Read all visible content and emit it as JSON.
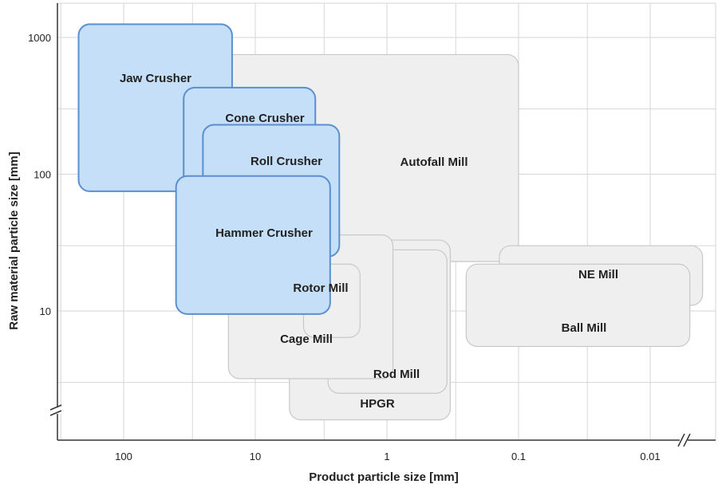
{
  "chart_data": {
    "type": "range-box",
    "xlabel": "Product particle size [mm]",
    "ylabel": "Raw material particle size [mm]",
    "x_scale": "log",
    "x_direction": "decreasing",
    "y_scale": "log",
    "x_ticks": [
      {
        "value": 100,
        "label": "100"
      },
      {
        "value": 10,
        "label": "10"
      },
      {
        "value": 1,
        "label": "1"
      },
      {
        "value": 0.1,
        "label": "0.1"
      },
      {
        "value": 0.01,
        "label": "0.01"
      }
    ],
    "y_ticks": [
      {
        "value": 1000,
        "label": "1000"
      },
      {
        "value": 100,
        "label": "100"
      },
      {
        "value": 10,
        "label": "10"
      }
    ],
    "axis_breaks": [
      "x",
      "y"
    ],
    "grid": true,
    "colors": {
      "crusher_fill": "#c4dff7",
      "crusher_stroke": "#5b8fcf",
      "mill_fill": "#efefef",
      "mill_stroke": "#c8c8c8"
    },
    "boxes": [
      {
        "name": "Autofall Mill",
        "x_range": [
          25,
          0.1
        ],
        "y_range": [
          23,
          750
        ],
        "group": "mill"
      },
      {
        "name": "HPGR",
        "x_range": [
          5.5,
          0.33
        ],
        "y_range": [
          1.6,
          33
        ],
        "group": "mill"
      },
      {
        "name": "Rod Mill",
        "x_range": [
          2.8,
          0.35
        ],
        "y_range": [
          2.5,
          28
        ],
        "group": "mill"
      },
      {
        "name": "Cage Mill",
        "x_range": [
          16,
          0.9
        ],
        "y_range": [
          3.2,
          36
        ],
        "group": "mill"
      },
      {
        "name": "Rotor Mill",
        "x_range": [
          4.3,
          1.6
        ],
        "y_range": [
          6.4,
          22
        ],
        "group": "mill"
      },
      {
        "name": "NE Mill",
        "x_range": [
          0.14,
          0.004
        ],
        "y_range": [
          11,
          30
        ],
        "group": "mill"
      },
      {
        "name": "Ball Mill",
        "x_range": [
          0.25,
          0.005
        ],
        "y_range": [
          5.5,
          22
        ],
        "group": "mill"
      },
      {
        "name": "Jaw Crusher",
        "x_range": [
          220,
          15
        ],
        "y_range": [
          75,
          1250
        ],
        "group": "crusher"
      },
      {
        "name": "Cone Crusher",
        "x_range": [
          35,
          3.5
        ],
        "y_range": [
          60,
          430
        ],
        "group": "crusher"
      },
      {
        "name": "Roll Crusher",
        "x_range": [
          25,
          2.3
        ],
        "y_range": [
          25,
          230
        ],
        "group": "crusher"
      },
      {
        "name": "Hammer Crusher",
        "x_range": [
          40,
          2.7
        ],
        "y_range": [
          9.5,
          97
        ],
        "group": "crusher"
      }
    ]
  }
}
